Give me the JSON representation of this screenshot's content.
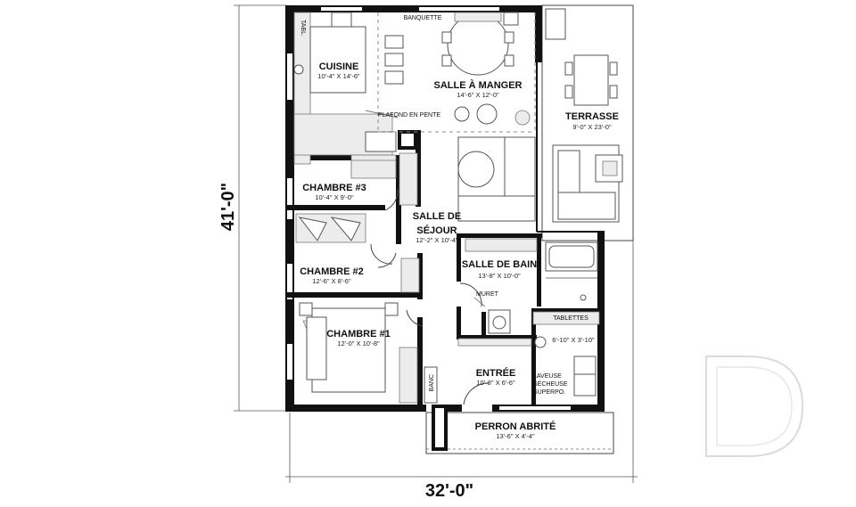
{
  "plan": {
    "overall_width": "32'-0\"",
    "overall_depth": "41'-0\""
  },
  "rooms": {
    "cuisine": {
      "name": "CUISINE",
      "dims": "10'-4\" X 14'-6\""
    },
    "salle_a_manger": {
      "name": "SALLE À MANGER",
      "dims": "14'-6\" X 12'-0\""
    },
    "terrasse": {
      "name": "TERRASSE",
      "dims": "9'-0\" X 23'-0\""
    },
    "chambre3": {
      "name": "CHAMBRE #3",
      "dims": "10'-4\" X 9'-0\""
    },
    "salle_sejour": {
      "name_line1": "SALLE DE",
      "name_line2": "SÉJOUR",
      "dims": "12'-2\" X 10'-4\""
    },
    "salle_de_bain": {
      "name": "SALLE DE BAIN",
      "dims": "13'-8\" X 10'-0\""
    },
    "chambre2": {
      "name": "CHAMBRE #2",
      "dims": "12'-6\" X 8'-6\""
    },
    "chambre1": {
      "name": "CHAMBRE #1",
      "dims": "12'-0\" X 10'-8\""
    },
    "entree": {
      "name": "ENTRÉE",
      "dims": "10'-8\" X 6'-6\""
    },
    "laundry": {
      "dims": "6'-10\" X 3'-10\""
    },
    "perron": {
      "name": "PERRON ABRITÉ",
      "dims": "13'-6\" X 4'-4\""
    }
  },
  "labels": {
    "banquette": "BANQUETTE",
    "tab": "TABL.",
    "plafond": "PLAFOND EN PENTE",
    "muret": "MURET",
    "tablettes": "TABLETTES",
    "laveuse": "LAVEUSE",
    "secheuse": "SÉCHEUSE",
    "superpo": "SUPERPO.",
    "banc": "BANC"
  }
}
